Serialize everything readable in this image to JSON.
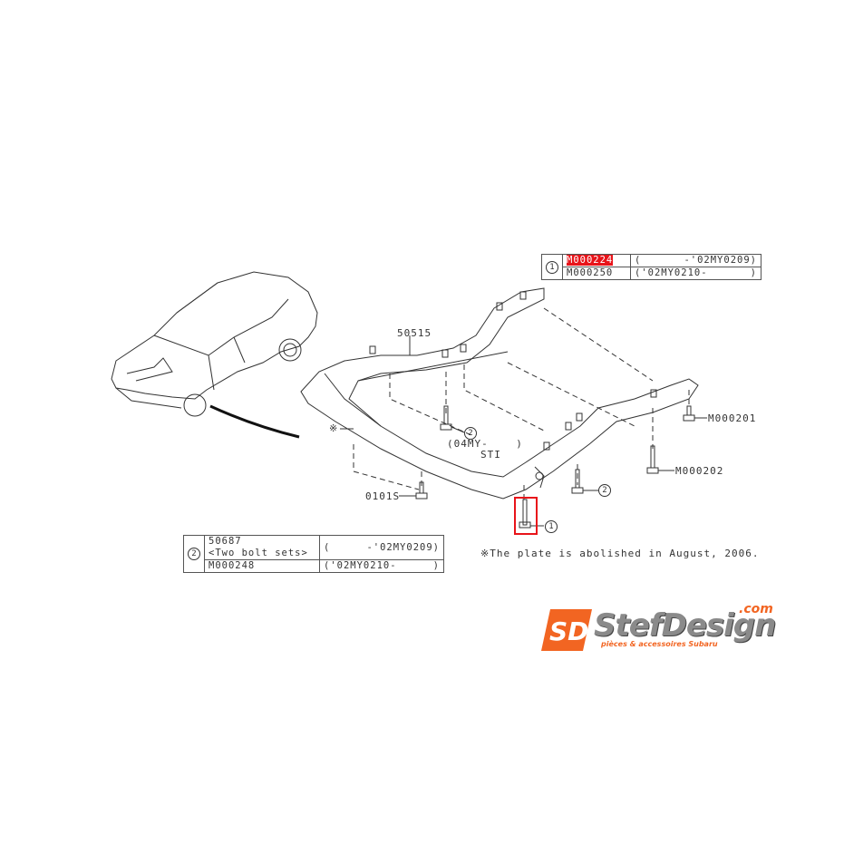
{
  "diagram": {
    "main_part_label": "50515",
    "callouts": {
      "bolt_front_right": "M000201",
      "bolt_rear_right": "M000202",
      "bolt_left": "0101S",
      "ref_2_center": "2",
      "ref_2_center_note_line1": "(04MY-",
      "ref_2_center_note_line1_end": ")",
      "ref_2_center_note_line2": "STI",
      "ref_2_right": "2",
      "ref_1": "1",
      "plate_mark": "※"
    },
    "highlighted_part": "bolt ref 1"
  },
  "table_ref1": {
    "ref": "1",
    "rows": [
      {
        "part": "M000224",
        "range_start": "(",
        "range_end": "-'02MY0209)",
        "highlighted": true
      },
      {
        "part": "M000250",
        "range_start": "('02MY0210-",
        "range_end": ")",
        "highlighted": false
      }
    ]
  },
  "table_ref2": {
    "ref": "2",
    "rows": [
      {
        "part": "50687",
        "part_sub": "<Two bolt sets>",
        "range_start": "(",
        "range_end": "-'02MY0209)"
      },
      {
        "part": "M000248",
        "range_start": "('02MY0210-",
        "range_end": ")"
      }
    ]
  },
  "note": "※The plate is abolished in August, 2006.",
  "logo": {
    "monogram": "SD",
    "name": "StefDesign",
    "tld": ".com",
    "tagline": "pièces & accessoires Subaru",
    "accent_color": "#f26522"
  },
  "colors": {
    "highlight": "#e8141a",
    "line": "#333333"
  }
}
